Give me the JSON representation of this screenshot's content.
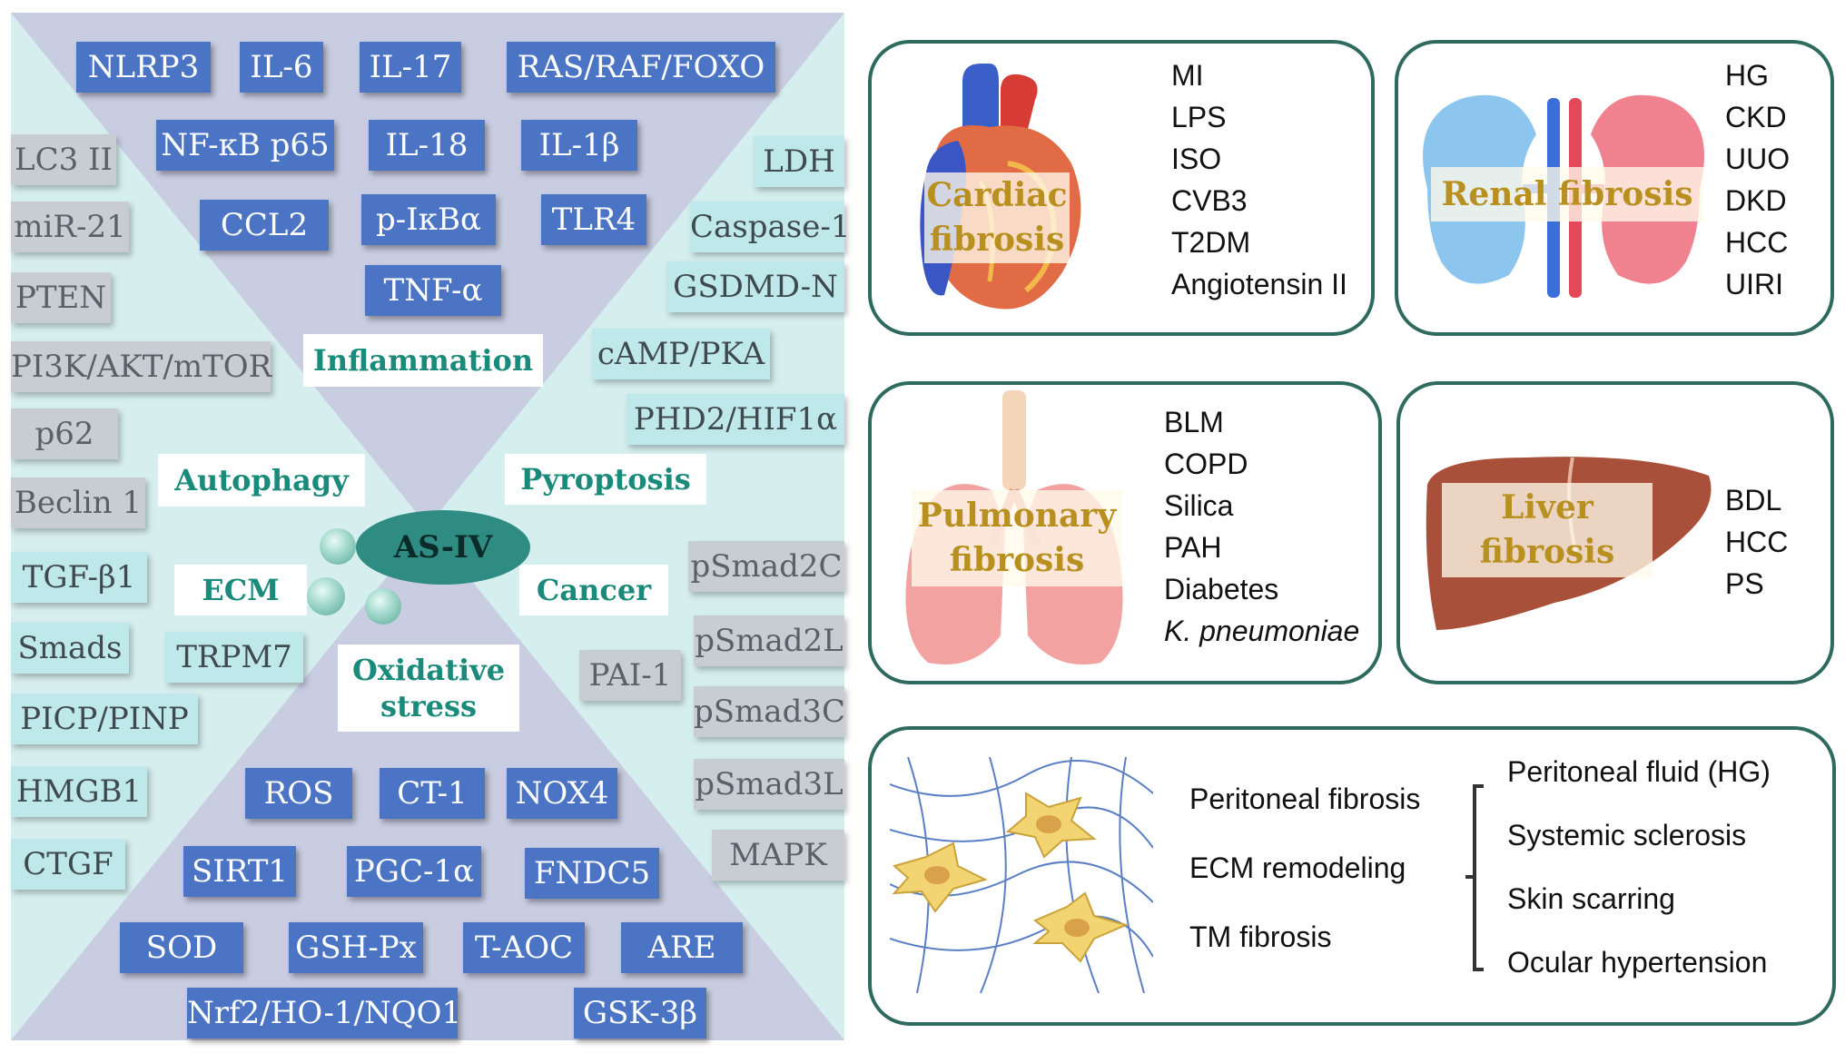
{
  "left_panel": {
    "center": "AS-IV",
    "categories": {
      "inflammation": "Inflammation",
      "autophagy": "Autophagy",
      "pyroptosis": "Pyroptosis",
      "ecm": "ECM",
      "cancer": "Cancer",
      "oxidative": "Oxidative stress"
    },
    "inflammation_markers": [
      "NLRP3",
      "IL-6",
      "IL-17",
      "RAS/RAF/FOXO",
      "NF-κB p65",
      "IL-18",
      "IL-1β",
      "CCL2",
      "p-IκBα",
      "TLR4",
      "TNF-α"
    ],
    "autophagy_markers": [
      "LC3 II",
      "miR-21",
      "PTEN",
      "PI3K/AKT/mTOR",
      "p62",
      "Beclin 1"
    ],
    "pyroptosis_markers": [
      "LDH",
      "Caspase-1",
      "GSDMD-N",
      "cAMP/PKA",
      "PHD2/HIF1α"
    ],
    "ecm_markers": [
      "TGF-β1",
      "Smads",
      "TRPM7",
      "PICP/PINP",
      "HMGB1",
      "CTGF"
    ],
    "cancer_markers": [
      "pSmad2C",
      "pSmad2L",
      "PAI-1",
      "pSmad3C",
      "pSmad3L",
      "MAPK"
    ],
    "oxidative_markers": [
      "ROS",
      "CT-1",
      "NOX4",
      "SIRT1",
      "PGC-1α",
      "FNDC5",
      "SOD",
      "GSH-Px",
      "T-AOC",
      "ARE",
      "Nrf2/HO-1/NQO1",
      "GSK-3β"
    ]
  },
  "right_panel": {
    "cardiac": {
      "label": "Cardiac fibrosis",
      "items": [
        "MI",
        "LPS",
        "ISO",
        "CVB3",
        "T2DM",
        "Angiotensin II"
      ]
    },
    "renal": {
      "label": "Renal fibrosis",
      "items": [
        "HG",
        "CKD",
        "UUO",
        "DKD",
        "HCC",
        "UIRI"
      ]
    },
    "pulmonary": {
      "label": "Pulmonary fibrosis",
      "items": [
        "BLM",
        "COPD",
        "Silica",
        "PAH",
        "Diabetes",
        "K. pneumoniae"
      ]
    },
    "liver": {
      "label": "Liver fibrosis",
      "items": [
        "BDL",
        "HCC",
        "PS"
      ]
    },
    "bottom": {
      "left_items": [
        "Peritoneal fibrosis",
        "ECM remodeling",
        "TM fibrosis"
      ],
      "right_items": [
        "Peritoneal fluid (HG)",
        "Systemic sclerosis",
        "Skin scarring",
        "Ocular hypertension"
      ]
    }
  },
  "colors": {
    "blue_tag": "#4b74c5",
    "grey_tag": "#c8ccd3",
    "teal_tag": "#bfe8ea",
    "category_text": "#1a8a7a",
    "organ_label_text": "#b8901f",
    "panel_border": "#2e6b5e"
  }
}
